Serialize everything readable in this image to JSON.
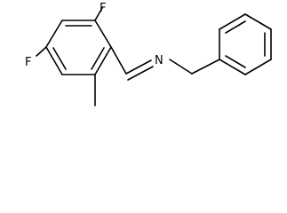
{
  "molecule": {
    "atoms": {
      "fluorine_top": "F",
      "fluorine_left": "F",
      "imine_nitrogen": "N"
    }
  }
}
